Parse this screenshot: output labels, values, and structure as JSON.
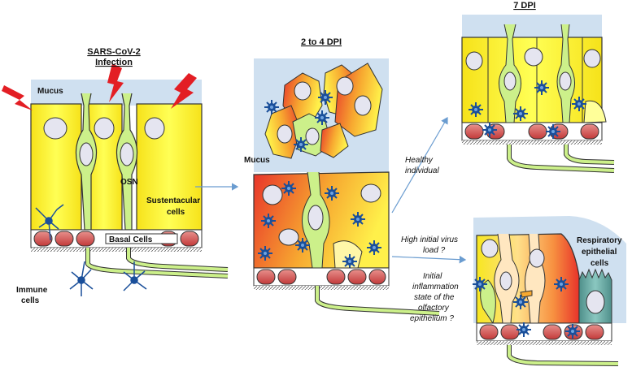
{
  "panels": {
    "infection": {
      "title_line1": "SARS-CoV-2",
      "title_line2": "Infection",
      "mucus": "Mucus",
      "osn": "OSN",
      "sustentacular_line1": "Sustentacular",
      "sustentacular_line2": "cells",
      "basal": "Basal Cells",
      "immune_line1": "Immune",
      "immune_line2": "cells"
    },
    "dpi_2_4": {
      "title": "2 to 4 DPI",
      "mucus": "Mucus"
    },
    "dpi_7": {
      "title": "7 DPI"
    },
    "severe": {
      "resp_line1": "Respiratory",
      "resp_line2": "epithelial",
      "resp_line3": "cells"
    }
  },
  "branches": {
    "healthy_line1": "Healthy",
    "healthy_line2": "individual",
    "high_line1": "High initial virus",
    "high_line2": "load ?",
    "infl_line1": "Initial",
    "infl_line2": "inflammation",
    "infl_line3": "state of the",
    "infl_line4": "olfactory",
    "infl_line5": "epithelium ?"
  },
  "colors": {
    "sustentacular": "#ffff33",
    "neuron": "#ccf08a",
    "infected": "#e8332a",
    "basal": "#d94a4a",
    "mucus": "#cfe0f0",
    "virus": "#1a4f9a",
    "arrow": "#6a9cd0",
    "lightning": "#e31e24"
  }
}
